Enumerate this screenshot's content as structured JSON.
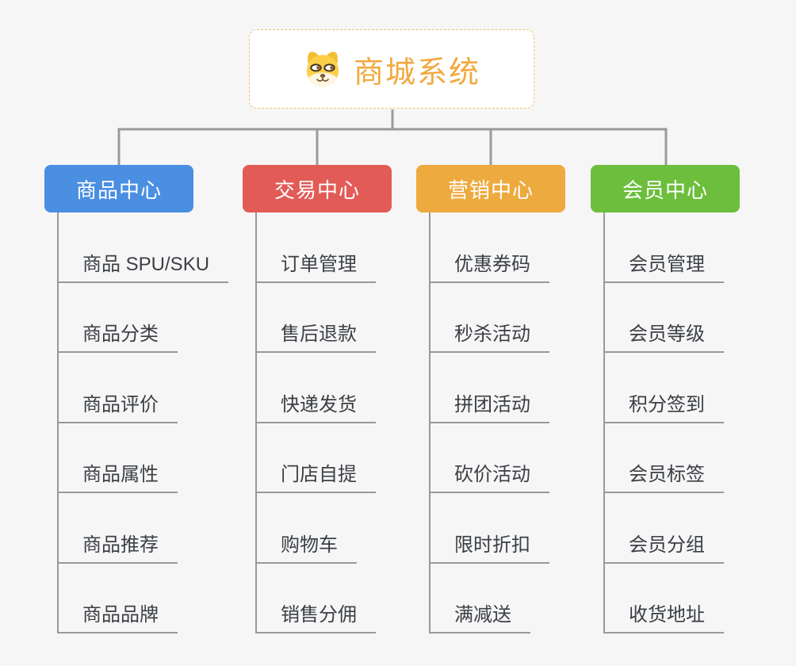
{
  "page": {
    "background": "#f6f6f6",
    "connector_color": "#9A9A9A"
  },
  "root": {
    "title": "商城系统",
    "title_color": "#F2A93F",
    "icon": "shiba-dog-icon"
  },
  "branches": [
    {
      "id": "product-center",
      "label": "商品中心",
      "color": "#4A8FE2",
      "items": [
        "商品 SPU/SKU",
        "商品分类",
        "商品评价",
        "商品属性",
        "商品推荐",
        "商品品牌"
      ]
    },
    {
      "id": "trade-center",
      "label": "交易中心",
      "color": "#E25B57",
      "items": [
        "订单管理",
        "售后退款",
        "快递发货",
        "门店自提",
        "购物车",
        "销售分佣"
      ]
    },
    {
      "id": "marketing-center",
      "label": "营销中心",
      "color": "#EDAA3E",
      "items": [
        "优惠券码",
        "秒杀活动",
        "拼团活动",
        "砍价活动",
        "限时折扣",
        "满减送"
      ]
    },
    {
      "id": "member-center",
      "label": "会员中心",
      "color": "#6CBE3C",
      "items": [
        "会员管理",
        "会员等级",
        "积分签到",
        "会员标签",
        "会员分组",
        "收货地址"
      ]
    }
  ]
}
